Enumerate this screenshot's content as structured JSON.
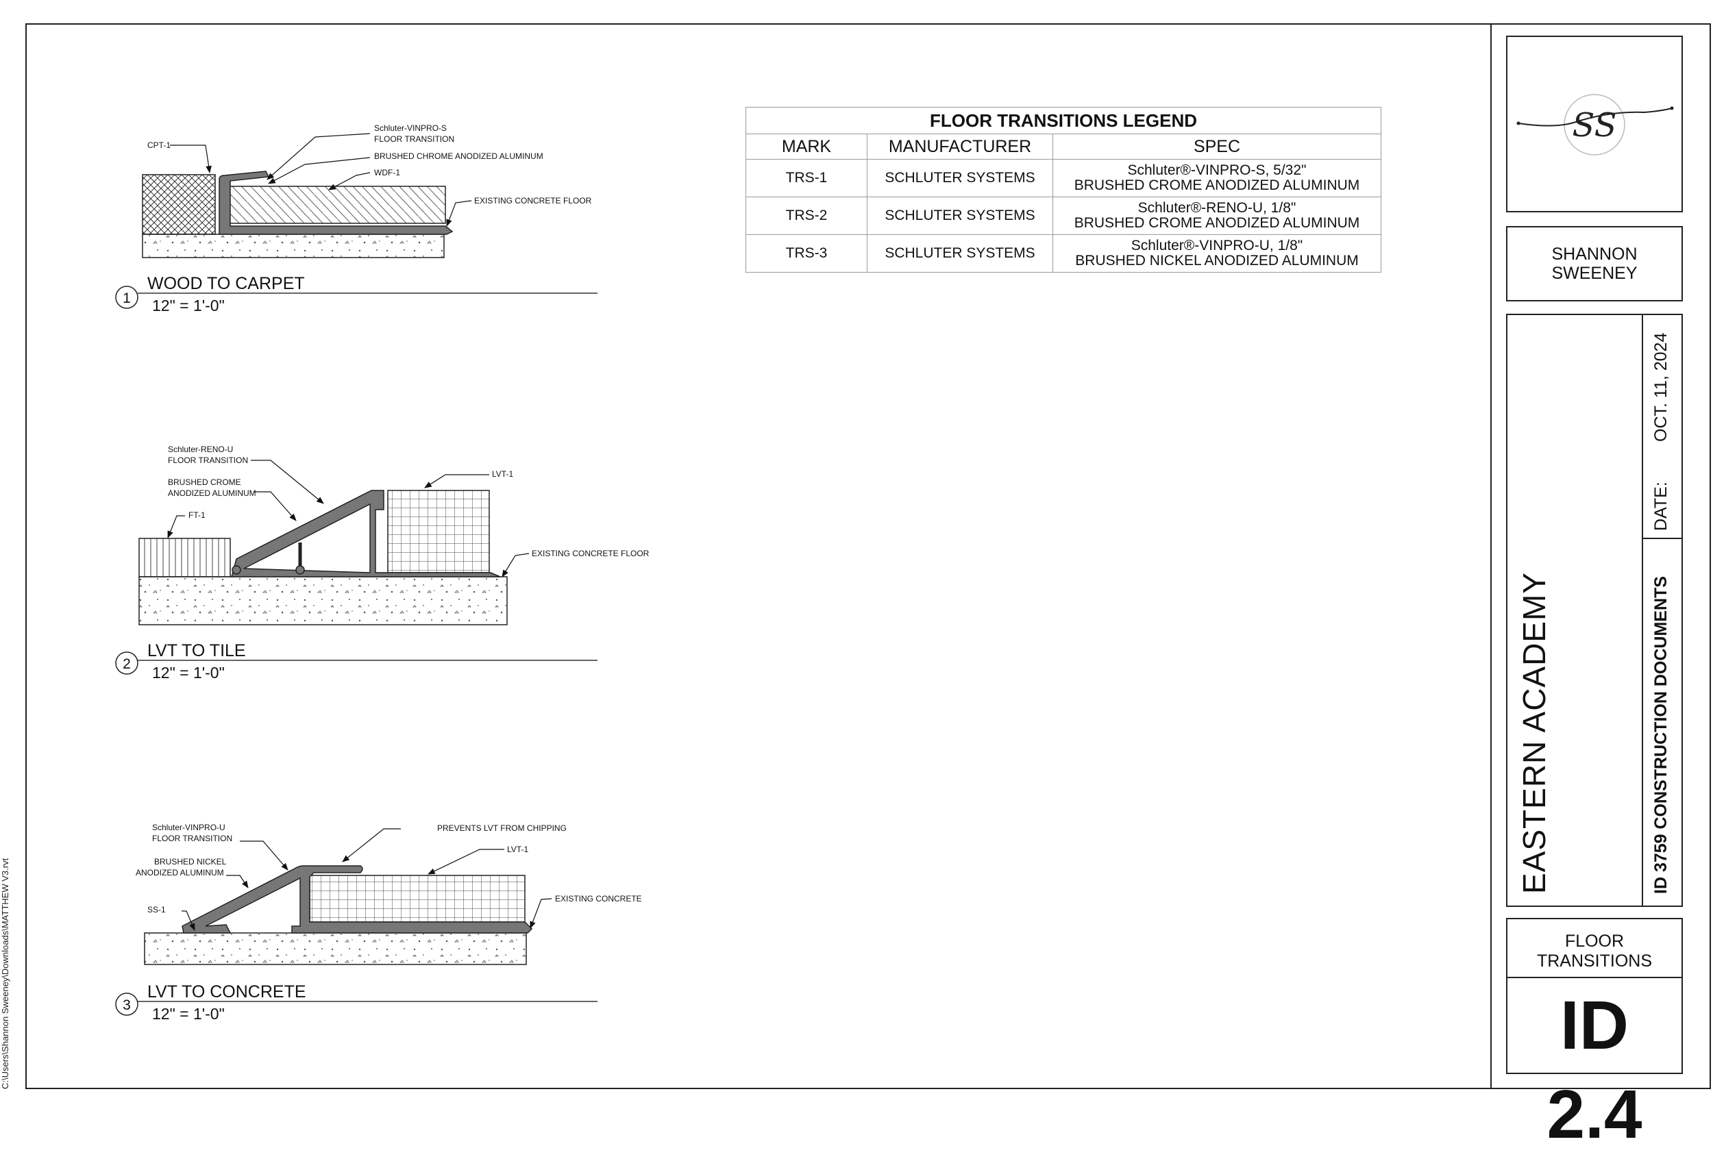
{
  "file_path": "C:\\Users\\Shannon Sweeney\\Downloads\\MATTHEW V3.rvt",
  "logo": {
    "monogram": "SS"
  },
  "title_block": {
    "designer": {
      "line1": "SHANNON",
      "line2": "SWEENEY"
    },
    "project_name": "EASTERN ACADEMY",
    "project_subtitle": "ID 3759 CONSTRUCTION DOCUMENTS",
    "date_label": "DATE:",
    "date_value": "OCT. 11, 2024",
    "sheet_title": {
      "line1": "FLOOR",
      "line2": "TRANSITIONS"
    },
    "sheet_number": "ID 2.4"
  },
  "legend": {
    "title": "FLOOR TRANSITIONS LEGEND",
    "columns": [
      "MARK",
      "MANUFACTURER",
      "SPEC"
    ],
    "rows": [
      {
        "mark": "TRS-1",
        "manufacturer": "SCHLUTER SYSTEMS",
        "spec_line1": "Schluter®-VINPRO-S, 5/32\"",
        "spec_line2": "BRUSHED CROME ANODIZED ALUMINUM"
      },
      {
        "mark": "TRS-2",
        "manufacturer": "SCHLUTER SYSTEMS",
        "spec_line1": "Schluter®-RENO-U, 1/8\"",
        "spec_line2": "BRUSHED CROME ANODIZED ALUMINUM"
      },
      {
        "mark": "TRS-3",
        "manufacturer": "SCHLUTER SYSTEMS",
        "spec_line1": "Schluter®-VINPRO-U, 1/8\"",
        "spec_line2": "BRUSHED NICKEL ANODIZED ALUMINUM"
      }
    ]
  },
  "details": [
    {
      "number": "1",
      "title": "WOOD TO CARPET",
      "scale": "12\" = 1'-0\"",
      "notes": {
        "cpt": "CPT-1",
        "profile_line1": "Schluter-VINPRO-S",
        "profile_line2": "FLOOR TRANSITION",
        "finish": "BRUSHED CHROME ANODIZED ALUMINUM",
        "wdf": "WDF-1",
        "substrate": "EXISTING CONCRETE FLOOR"
      }
    },
    {
      "number": "2",
      "title": "LVT TO TILE",
      "scale": "12\" = 1'-0\"",
      "notes": {
        "profile_line1": "Schluter-RENO-U",
        "profile_line2": "FLOOR TRANSITION",
        "finish_line1": "BRUSHED CROME",
        "finish_line2": "ANODIZED ALUMINUM",
        "ft": "FT-1",
        "lvt": "LVT-1",
        "substrate": "EXISTING CONCRETE FLOOR"
      }
    },
    {
      "number": "3",
      "title": "LVT TO CONCRETE",
      "scale": "12\" = 1'-0\"",
      "notes": {
        "profile_line1": "Schluter-VINPRO-U",
        "profile_line2": "FLOOR TRANSITION",
        "finish_line1": "BRUSHED NICKEL",
        "finish_line2": "ANODIZED ALUMINUM",
        "ss": "SS-1",
        "prevents": "PREVENTS LVT FROM CHIPPING",
        "lvt": "LVT-1",
        "substrate": "EXISTING CONCRETE"
      }
    }
  ]
}
